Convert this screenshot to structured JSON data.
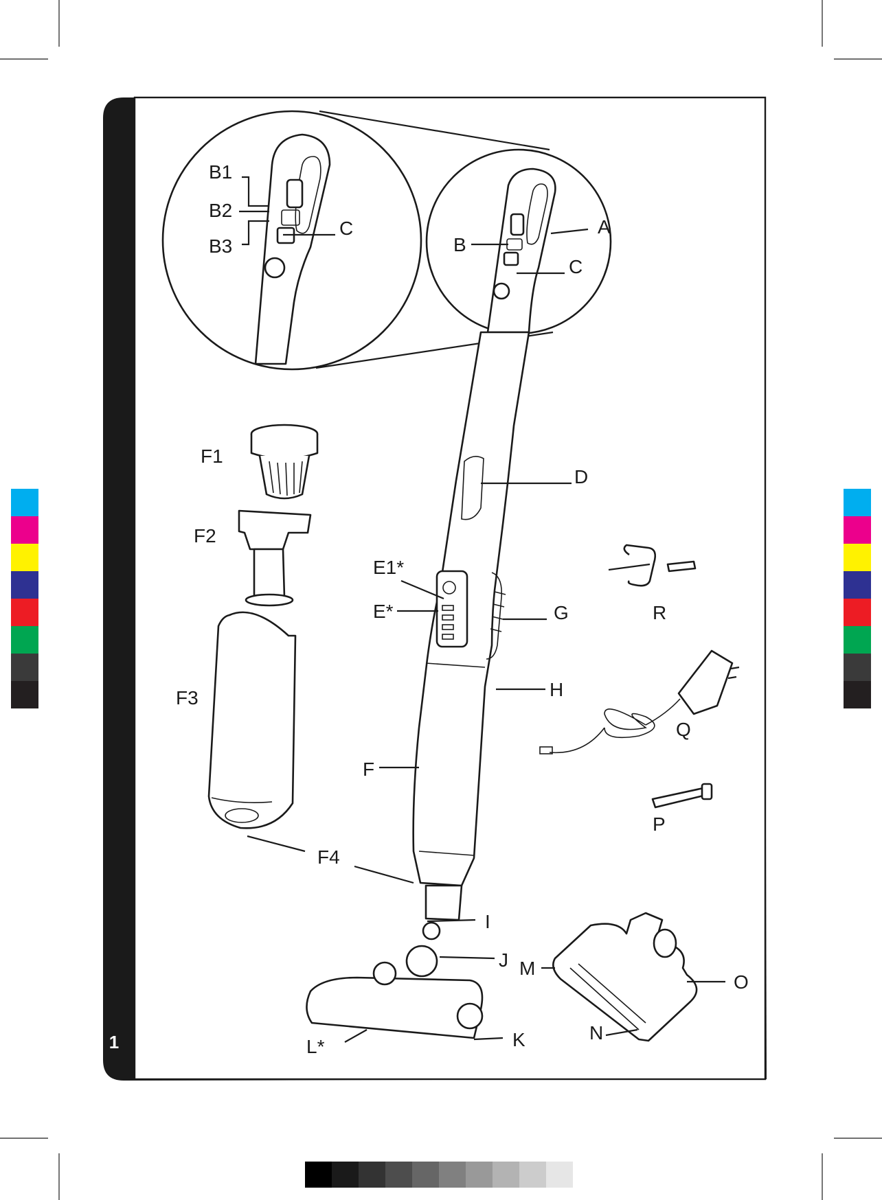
{
  "page": {
    "number": "1"
  },
  "labels": {
    "B1": "B1",
    "B2": "B2",
    "B3": "B3",
    "C_zoom": "C",
    "A": "A",
    "B": "B",
    "C": "C",
    "D": "D",
    "F1": "F1",
    "F2": "F2",
    "F3": "F3",
    "F4": "F4",
    "F": "F",
    "E1": "E1*",
    "E": "E*",
    "G": "G",
    "H": "H",
    "R": "R",
    "Q": "Q",
    "P": "P",
    "I": "I",
    "J": "J",
    "K": "K",
    "L": "L*",
    "M": "M",
    "N": "N",
    "O": "O"
  },
  "colors": {
    "registration_bar": [
      "#00aeef",
      "#ec008c",
      "#fff200",
      "#2e3192",
      "#ed1c24",
      "#00a651",
      "#3a3a3a",
      "#231f20"
    ],
    "gray_scale": [
      "#000000",
      "#1a1a1a",
      "#333333",
      "#4d4d4d",
      "#666666",
      "#808080",
      "#999999",
      "#b3b3b3",
      "#cccccc",
      "#e6e6e6"
    ]
  }
}
